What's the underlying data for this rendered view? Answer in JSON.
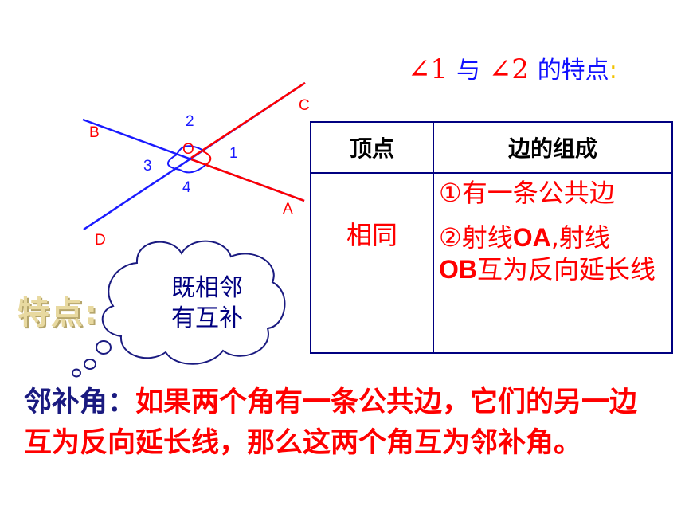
{
  "title": {
    "angle1": "∠1",
    "connector": "与",
    "angle2": "∠2",
    "suffix": "的特点",
    "colon": ":"
  },
  "diagram": {
    "point_labels": {
      "A": "A",
      "B": "B",
      "C": "C",
      "D": "D",
      "O": "O"
    },
    "angle_labels": {
      "a1": "1",
      "a2": "2",
      "a3": "3",
      "a4": "4"
    },
    "colors": {
      "ray_blue": "#1a1aff",
      "ray_red": "#ff0000"
    }
  },
  "table": {
    "headers": [
      "顶点",
      "边的组成"
    ],
    "vertex_value": "相同",
    "side_item1": "①有一条公共边",
    "side_item2_prefix": "②射线",
    "side_item2_oa": "OA",
    "side_item2_mid": ",射线",
    "side_item2_ob": "OB",
    "side_item2_suffix": "互为反向延长线"
  },
  "bubble": {
    "line1": "既相邻",
    "line2": "有互补"
  },
  "feature_label": "特点:",
  "definition": {
    "term": "邻补角：",
    "text": "如果两个角有一条公共边，它们的另一边互为反向延长线，那么这两个角互为邻补角。"
  }
}
